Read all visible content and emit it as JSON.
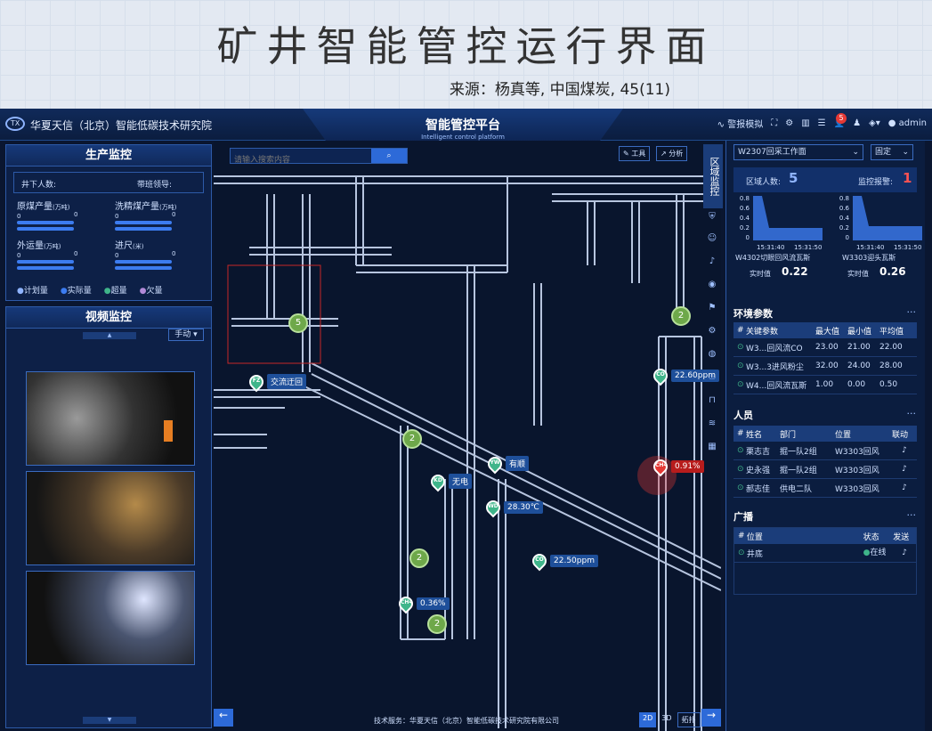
{
  "banner": {
    "title": "矿井智能管控运行界面",
    "source": "来源：杨真等, 中国煤炭, 45(11)"
  },
  "header": {
    "logo_text": "TX",
    "org": "华夏天信（北京）智能低碳技术研究院",
    "title_zh": "智能管控平台",
    "title_en": "Intelligent control platform",
    "alarm_sim": "警报模拟",
    "badge": "5",
    "user": "admin"
  },
  "production": {
    "title": "生产监控",
    "underground_people": "井下人数:",
    "shift_leader": "带班领导:",
    "items": [
      {
        "label": "原煤产量",
        "unit": "(万吨)",
        "v1": "0",
        "v2": "0"
      },
      {
        "label": "洗精煤产量",
        "unit": "(万吨)",
        "v1": "0",
        "v2": "0"
      },
      {
        "label": "外运量",
        "unit": "(万吨)",
        "v1": "0",
        "v2": "0"
      },
      {
        "label": "进尺",
        "unit": "(米)",
        "v1": "0",
        "v2": "0"
      }
    ],
    "legend": [
      "计划量",
      "实际量",
      "超量",
      "欠量"
    ]
  },
  "video": {
    "title": "视频监控",
    "mode": "手动"
  },
  "search": {
    "placeholder": "请输入搜索内容"
  },
  "map_tools": {
    "tool": "工具",
    "analysis": "分析"
  },
  "map_labels": {
    "alt_area": "交流迂回",
    "co1": "22.60ppm",
    "ch4_1": "0.91%",
    "status1": "有顺",
    "status2": "无电",
    "temp": "28.30℃",
    "co2": "22.50ppm",
    "ch4_2": "0.36%",
    "pins": {
      "fz": "FZ",
      "co": "CO",
      "ch4": "CH4",
      "yw": "YW",
      "kd": "KD",
      "wd": "WD"
    },
    "counts": [
      "5",
      "2",
      "2",
      "2",
      "2"
    ]
  },
  "footer": {
    "service": "技术服务：华夏天信（北京）智能低碳技术研究院有限公司",
    "btn2d": "2D",
    "btn3d": "3D",
    "btn_topo": "拓扑"
  },
  "side_tabs": {
    "area": "区域监控"
  },
  "right": {
    "workface": "W2307回采工作面",
    "fixed": "固定",
    "area_people_label": "区域人数:",
    "area_people": "5",
    "alarm_label": "监控报警:",
    "alarm": "1",
    "chart1": {
      "title": "W4302切眼回风流瓦斯",
      "t1": "15:31:40",
      "t2": "15:31:50",
      "rt_label": "实时值",
      "rt": "0.22",
      "yticks": [
        "0.8",
        "0.6",
        "0.4",
        "0.2",
        "0"
      ]
    },
    "chart2": {
      "title": "W3303迎头瓦斯",
      "t1": "15:31:40",
      "t2": "15:31:50",
      "rt_label": "实时值",
      "rt": "0.26",
      "yticks": [
        "0.8",
        "0.6",
        "0.4",
        "0.2",
        "0"
      ]
    },
    "env": {
      "title": "环境参数",
      "headers": [
        "#",
        "关键参数",
        "最大值",
        "最小值",
        "平均值"
      ],
      "rows": [
        [
          "W3...回风流CO",
          "23.00",
          "21.00",
          "22.00"
        ],
        [
          "W3...3进风粉尘",
          "32.00",
          "24.00",
          "28.00"
        ],
        [
          "W4...回风流瓦斯",
          "1.00",
          "0.00",
          "0.50"
        ]
      ]
    },
    "people": {
      "title": "人员",
      "headers": [
        "#",
        "姓名",
        "部门",
        "位置",
        "联动"
      ],
      "rows": [
        [
          "栗志吉",
          "掘一队2组",
          "W3303回风"
        ],
        [
          "史永强",
          "掘一队2组",
          "W3303回风"
        ],
        [
          "郝志佳",
          "供电二队",
          "W3303回风"
        ]
      ]
    },
    "broadcast": {
      "title": "广播",
      "headers": [
        "#",
        "位置",
        "状态",
        "发送"
      ],
      "rows": [
        [
          "井底",
          "在线"
        ]
      ]
    }
  }
}
